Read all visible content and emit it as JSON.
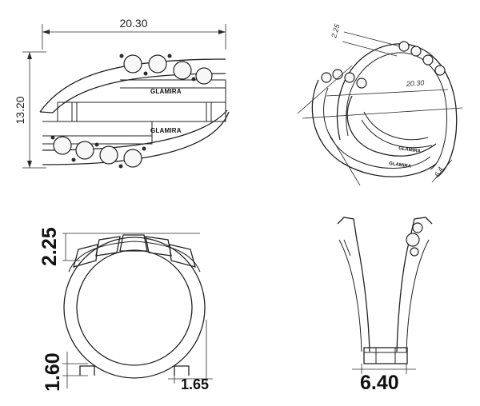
{
  "brand": "GLAMIRA",
  "dimensions": {
    "width": "20.30",
    "height": "13.20",
    "iso_top": "2.25",
    "iso_width": "20.30",
    "iso_side": "6.4",
    "front_top": "2.25",
    "front_bottom": "1.60",
    "front_prong": "1.65",
    "side_width": "6.40"
  }
}
